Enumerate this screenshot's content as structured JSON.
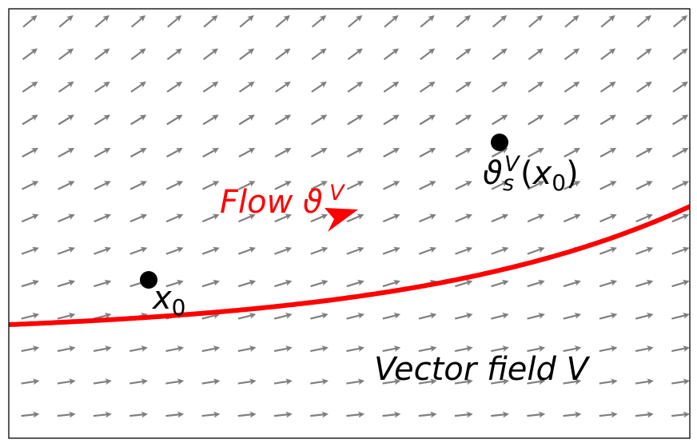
{
  "labels": {
    "start": {
      "main": "x",
      "sub": "0"
    },
    "end": {
      "main": "ϑ",
      "sup": "V",
      "sub": "s",
      "open": "(",
      "arg": "x",
      "arg_sub": "0",
      "close": ")"
    },
    "flow": {
      "text": "Flow ϑ",
      "sup": "V"
    },
    "field": "Vector field V"
  },
  "colors": {
    "trajectory": "#ff0000",
    "arrows": "#7f7f7f",
    "points": "#000000",
    "frame": "#000000",
    "field_label": "#000000",
    "flow_label": "#ff0000"
  }
}
